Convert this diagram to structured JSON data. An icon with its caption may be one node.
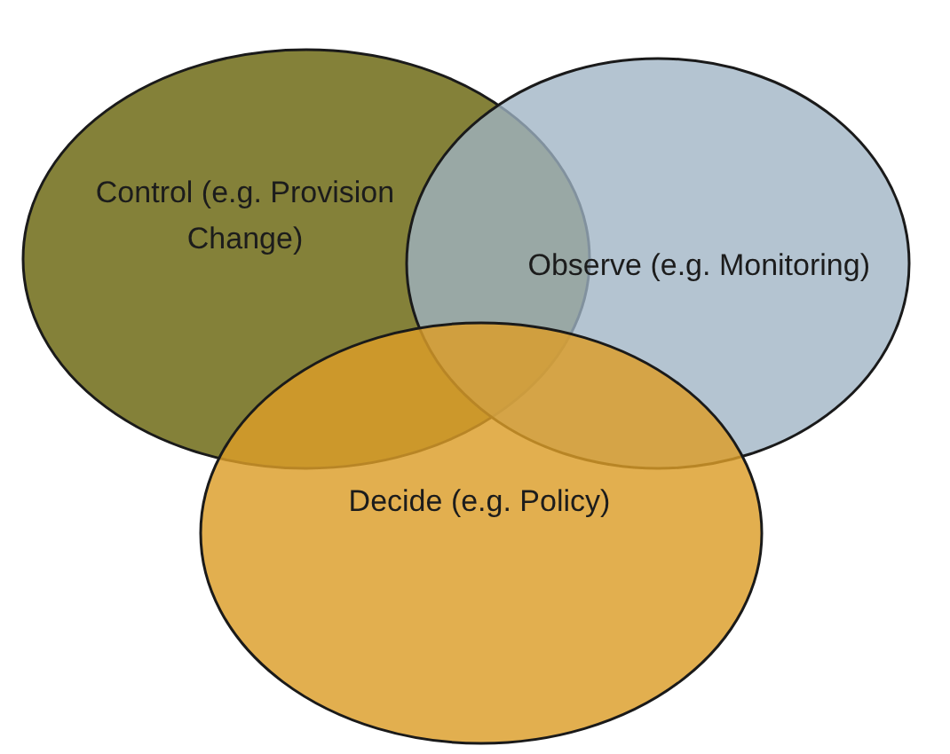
{
  "diagram": {
    "nodes": [
      {
        "text": [
          "Control (e.g. Provision Change)"
        ]
      },
      {
        "text": [
          "Observe (e.g. Monitoring)"
        ]
      },
      {
        "text": [
          "Decide (e.g. Policy)"
        ]
      }
    ]
  }
}
